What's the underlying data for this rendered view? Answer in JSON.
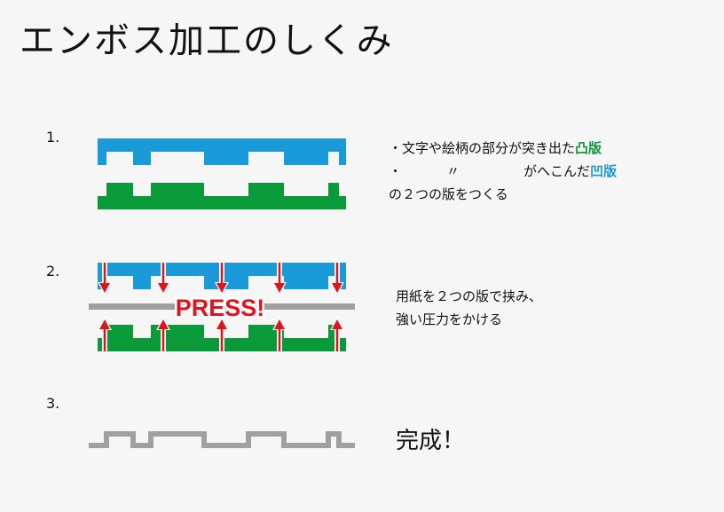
{
  "title": "エンボス加工のしくみ",
  "steps": [
    {
      "number": "1.",
      "lines": [
        {
          "bullet": "・",
          "text": "文字や絵柄の部分が突き出た",
          "highlight": "凸版"
        },
        {
          "bullet": "・",
          "ditto": "〃",
          "text": "がへこんだ",
          "highlight": "凹版"
        },
        {
          "text": "の２つの版をつくる"
        }
      ]
    },
    {
      "number": "2.",
      "press_label": "PRESS!",
      "lines": [
        {
          "text": "用紙を２つの版で挟み、"
        },
        {
          "text": "強い圧力をかける"
        }
      ]
    },
    {
      "number": "3.",
      "result": "完成！"
    }
  ],
  "colors": {
    "concave_plate": "#1a9ad8",
    "convex_plate": "#0a9a3a",
    "paper": "#a0a0a0",
    "arrow": "#e0141e",
    "convex_text": "#0a9a3a",
    "concave_text": "#1a9ad8"
  }
}
